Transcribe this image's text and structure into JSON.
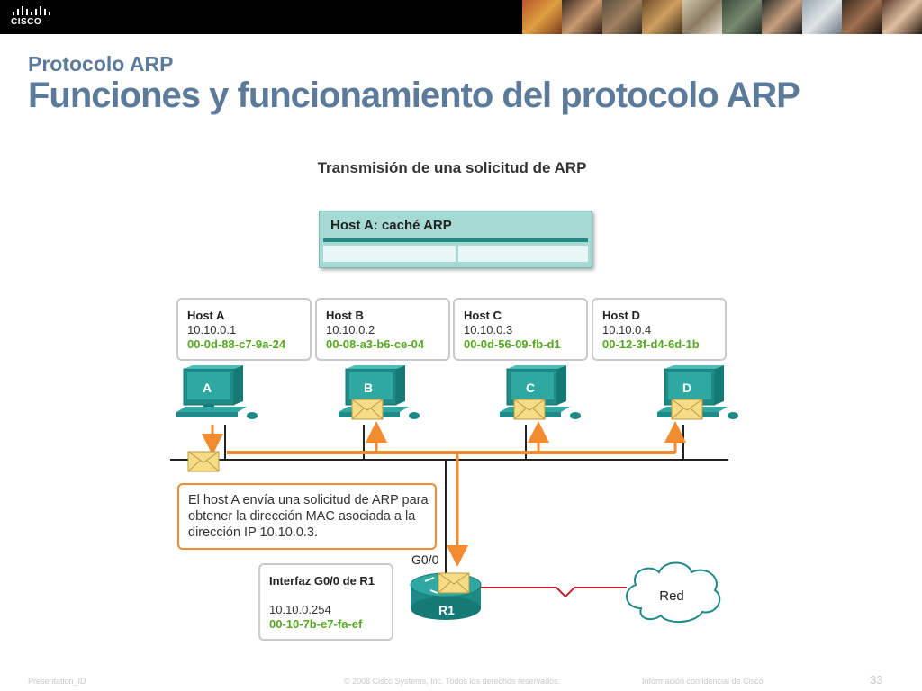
{
  "header": {
    "brand": "CISCO",
    "subtitle": "Protocolo ARP",
    "title": "Funciones y funcionamiento del protocolo ARP"
  },
  "diagram": {
    "title": "Transmisión de una solicitud de ARP",
    "cache_title": "Host A: caché ARP",
    "hosts": [
      {
        "name": "Host A",
        "ip": "10.10.0.1",
        "mac": "00-0d-88-c7-9a-24",
        "label": "A"
      },
      {
        "name": "Host B",
        "ip": "10.10.0.2",
        "mac": "00-08-a3-b6-ce-04",
        "label": "B"
      },
      {
        "name": "Host C",
        "ip": "10.10.0.3",
        "mac": "00-0d-56-09-fb-d1",
        "label": "C"
      },
      {
        "name": "Host D",
        "ip": "10.10.0.4",
        "mac": "00-12-3f-d4-6d-1b",
        "label": "D"
      }
    ],
    "message": "El host A envía una solicitud de ARP para obtener la dirección MAC asociada a la dirección IP 10.10.0.3.",
    "router": {
      "interface_title": "Interfaz G0/0 de R1",
      "ip": "10.10.0.254",
      "mac": "00-10-7b-e7-fa-ef",
      "port": "G0/0",
      "label": "R1"
    },
    "cloud_label": "Red"
  },
  "footer": {
    "presentation_id": "Presentation_ID",
    "copyright": "© 2008 Cisco Systems, Inc. Todos los derechos reservados.",
    "confidential": "Información confidencial de Cisco",
    "page_number": "33"
  },
  "colors": {
    "title": "#5c7b9a",
    "mac_green": "#55a821",
    "arrow_orange": "#f28a30",
    "teal": "#1f8a86",
    "link_red": "#c8202e"
  }
}
